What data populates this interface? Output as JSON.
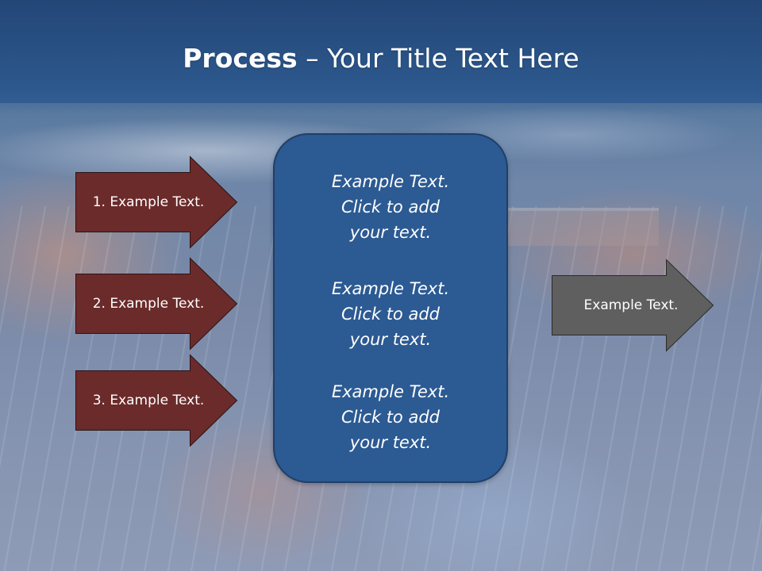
{
  "slide": {
    "title_bold": "Process",
    "title_rest": " – Your Title Text Here",
    "inputs": [
      {
        "label": "1. Example Text."
      },
      {
        "label": "2. Example Text."
      },
      {
        "label": "3. Example Text."
      }
    ],
    "center_blocks": [
      {
        "line1": "Example Text.",
        "line2": "Click  to add",
        "line3": "your text."
      },
      {
        "line1": "Example Text.",
        "line2": "Click  to add",
        "line3": "your text."
      },
      {
        "line1": "Example Text.",
        "line2": "Click  to add",
        "line3": "your text."
      }
    ],
    "output": {
      "label": "Example Text."
    }
  },
  "colors": {
    "title_band": "#2b5589",
    "input_arrow_fill": "#6b2b2b",
    "output_arrow_fill": "#5f5f5f",
    "center_box_fill": "#2c5a93",
    "text": "#ffffff"
  }
}
